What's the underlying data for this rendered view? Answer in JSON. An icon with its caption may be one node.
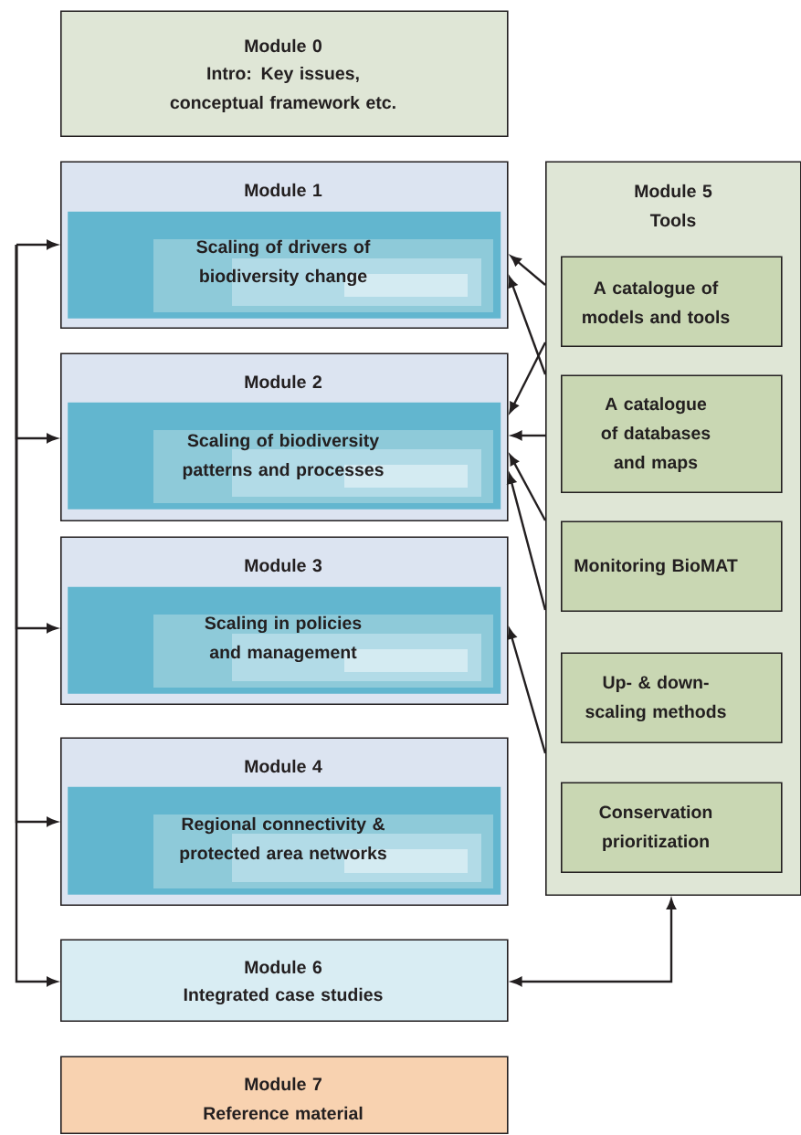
{
  "diagram": {
    "nodes": [
      {
        "text": [
          "Module 0",
          "Intro: Key issues, conceptual framework etc."
        ]
      },
      {
        "text": [
          "Module 1"
        ]
      },
      {
        "text": [
          "Scaling of drivers of biodiversity change"
        ],
        "in": 1
      },
      {
        "text": [
          "Module 2"
        ]
      },
      {
        "text": [
          "Scaling of biodiversity patterns and processes"
        ],
        "in": 3
      },
      {
        "text": [
          "Module 3"
        ]
      },
      {
        "text": [
          "Scaling in policies and management"
        ],
        "in": 5
      },
      {
        "text": [
          "Module 4"
        ]
      },
      {
        "text": [
          "Regional connectivity & protected area networks"
        ],
        "in": 7
      },
      {
        "text": [
          "Module 5",
          "Tools"
        ]
      },
      {
        "text": [
          "A catalogue of models and tools"
        ],
        "in": 9
      },
      {
        "text": [
          "A catalogue of databases and maps"
        ],
        "in": 9
      },
      {
        "text": [
          "Monitoring BioMAT"
        ],
        "in": 9
      },
      {
        "text": [
          "Up- & down- scaling methods"
        ],
        "in": 9
      },
      {
        "text": [
          "Conservation prioritization"
        ],
        "in": 9
      },
      {
        "text": [
          "Module 6",
          "Integrated case studies"
        ]
      },
      {
        "text": [
          "Module 7",
          "Reference material"
        ]
      }
    ],
    "edges": [
      {
        "from": 9,
        "to": 1,
        "arrow": "to"
      },
      {
        "from": 9,
        "to": 1,
        "arrow": "to"
      },
      {
        "from": 9,
        "to": 3,
        "arrow": "to"
      },
      {
        "from": 9,
        "to": 3,
        "arrow": "to"
      },
      {
        "from": 9,
        "to": 3,
        "arrow": "to"
      },
      {
        "from": 9,
        "to": 3,
        "arrow": "to"
      },
      {
        "from": 9,
        "to": 5,
        "arrow": "to"
      },
      {
        "from": null,
        "to": 1,
        "arrow": "to"
      },
      {
        "from": null,
        "to": 3,
        "arrow": "to"
      },
      {
        "from": null,
        "to": 5,
        "arrow": "to"
      },
      {
        "from": null,
        "to": 7,
        "arrow": "to"
      },
      {
        "from": null,
        "to": 15,
        "arrow": "to"
      },
      {
        "from": 15,
        "to": 9,
        "arrow": "both"
      }
    ]
  }
}
